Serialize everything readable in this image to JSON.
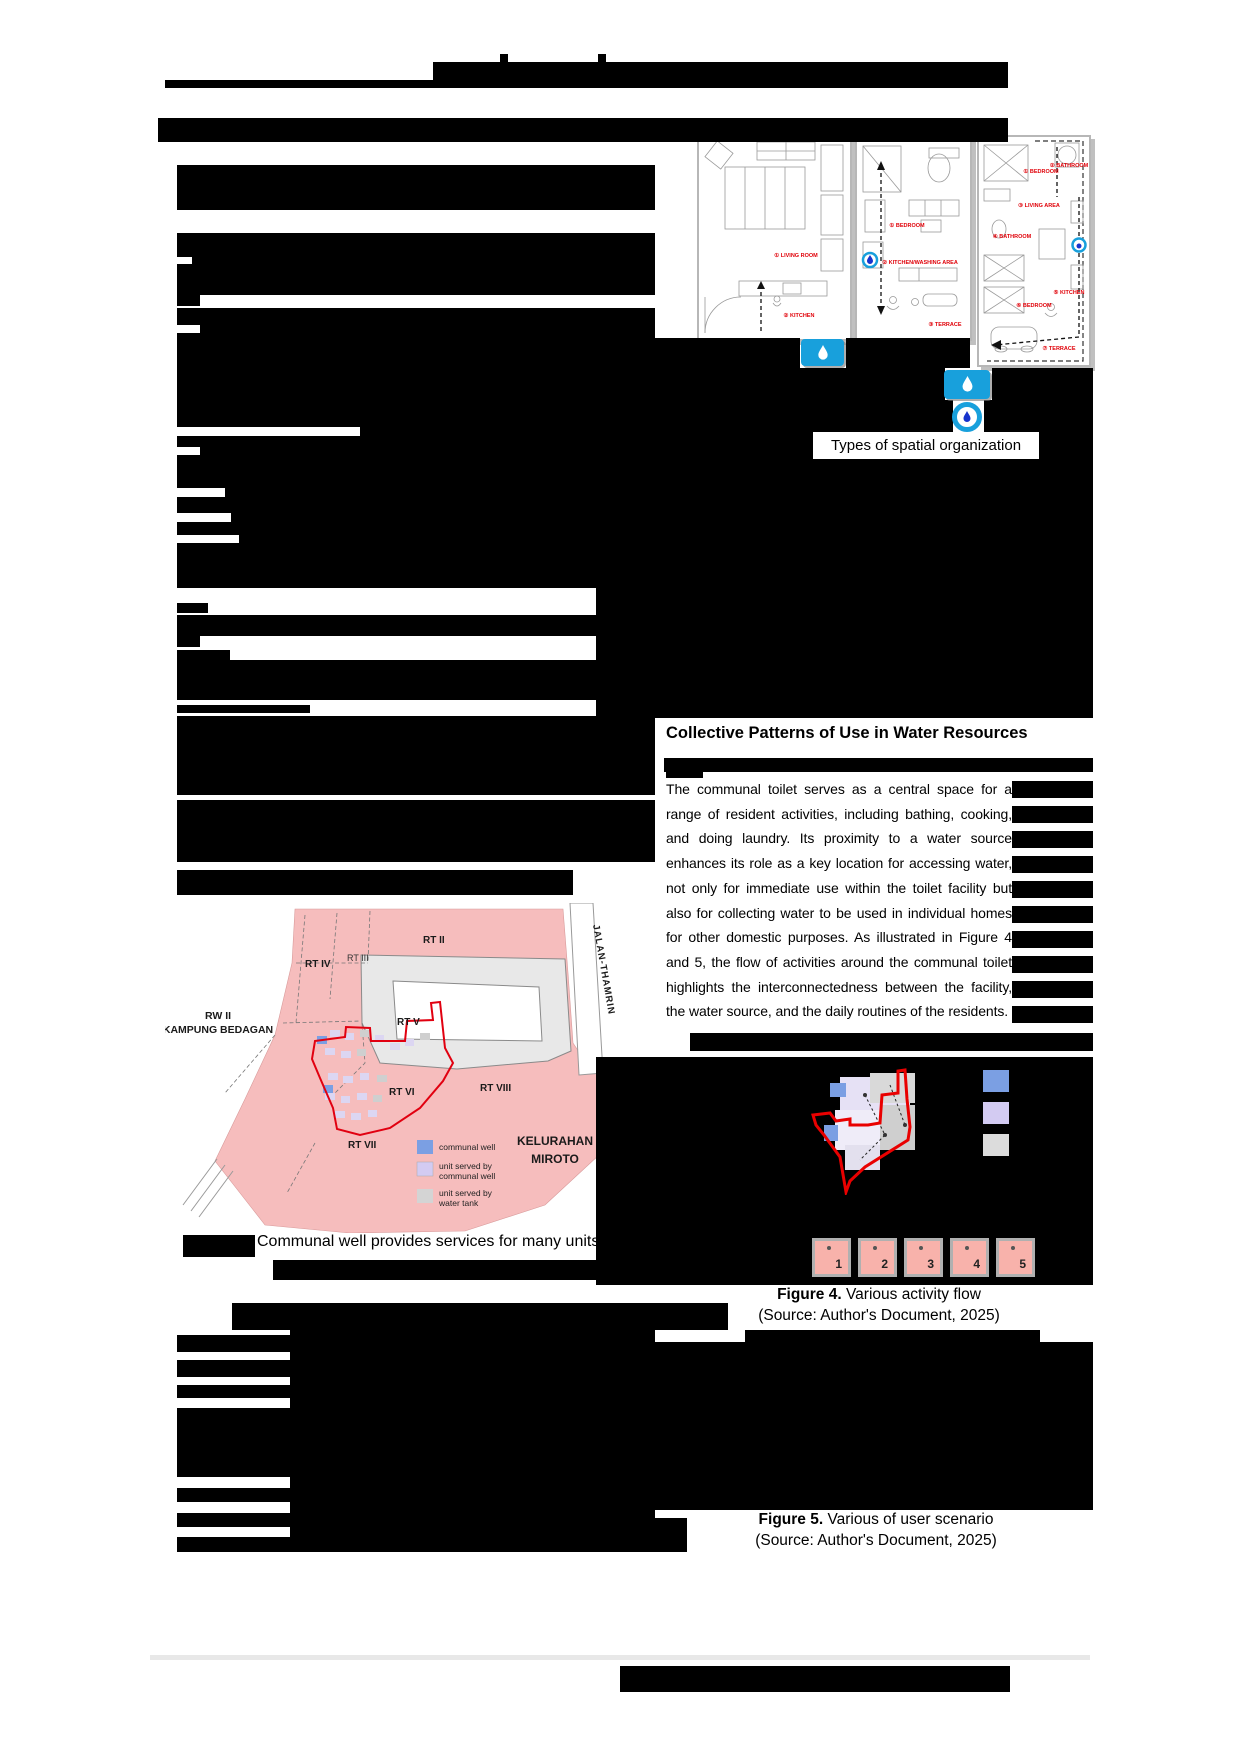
{
  "captions": {
    "fig3": "Types of spatial organization",
    "map": "Communal well provides services for many units",
    "fig4_label": "Figure 4.",
    "fig4_text": " Various activity flow",
    "fig4_source": "(Source: Author's Document, 2025)",
    "fig5_label": "Figure 5.",
    "fig5_text": " Various of user scenario",
    "fig5_source": "(Source: Author's Document, 2025)"
  },
  "section": {
    "heading": "Collective Patterns of Use in Water Resources",
    "paragraph": "The communal toilet serves as a central space for a range of resident activities, including bathing, cooking, and doing laundry. Its proximity to a water source enhances its role as a key location for accessing water, not only for immediate use within the toilet facility but also for collecting water to be used in individual homes for other domestic purposes. As illustrated in Figure 4 and 5, the flow of activities around the communal toilet highlights the interconnectedness between the facility, the water source, and the daily routines of the residents."
  },
  "map": {
    "rw_line1": "RW II",
    "rw_line2": "KAMPUNG BEDAGAN",
    "kelurahan_line1": "KELURAHAN",
    "kelurahan_line2": "MIROTO",
    "road": "JALAN-THAMRIN",
    "rt_labels": [
      "RT II",
      "RT III",
      "RT IV",
      "RT V",
      "RT VI",
      "RT VII",
      "RT VIII"
    ],
    "legend": {
      "item1": "communal well",
      "item2a": "unit served by",
      "item2b": "communal well",
      "item3a": "unit served by",
      "item3b": "water tank",
      "colors": {
        "well": "#7b9fe3",
        "unit_well": "#d3cbf2",
        "unit_tank": "#d4d4d4"
      }
    }
  },
  "floorplans": {
    "p1": [
      "① LIVING ROOM",
      "② KITCHEN"
    ],
    "p2": [
      "① BEDROOM",
      "② KITCHEN/WASHING AREA",
      "③ TERRACE"
    ],
    "p3": [
      "① BEDROOM",
      "② BATHROOM",
      "③ LIVING AREA",
      "④ BATHROOM",
      "⑤ KITCHEN",
      "⑥ BEDROOM",
      "⑦ TERRACE"
    ]
  },
  "fig4": {
    "numbers": [
      "1",
      "2",
      "3",
      "4",
      "5"
    ],
    "legend_colors": [
      "#7b9fe3",
      "#d3cbf2",
      "#dcdcdc"
    ]
  },
  "colors": {
    "accent_blue": "#18a0dc",
    "map_pink": "#f6bdbd",
    "red_outline": "#e10010",
    "label_red": "#e00008"
  },
  "redactions": [
    [
      165,
      80,
      268,
      8
    ],
    [
      433,
      62,
      575,
      26
    ],
    [
      500,
      54,
      8,
      10
    ],
    [
      598,
      54,
      8,
      10
    ],
    [
      158,
      118,
      850,
      24
    ],
    [
      177,
      165,
      478,
      45
    ],
    [
      177,
      233,
      478,
      62
    ],
    [
      177,
      295,
      23,
      11
    ],
    [
      177,
      308,
      478,
      119
    ],
    [
      360,
      427,
      295,
      9
    ],
    [
      177,
      436,
      478,
      152
    ],
    [
      177,
      603,
      31,
      10
    ],
    [
      177,
      615,
      478,
      21
    ],
    [
      177,
      636,
      23,
      11
    ],
    [
      177,
      650,
      53,
      10
    ],
    [
      177,
      660,
      478,
      40
    ],
    [
      177,
      705,
      133,
      8
    ],
    [
      177,
      716,
      478,
      79
    ],
    [
      177,
      800,
      478,
      62
    ],
    [
      177,
      870,
      396,
      25
    ],
    [
      183,
      1235,
      72,
      22
    ],
    [
      273,
      1260,
      337,
      20
    ],
    [
      232,
      1303,
      423,
      27
    ],
    [
      290,
      1330,
      365,
      222
    ],
    [
      177,
      1335,
      113,
      17
    ],
    [
      177,
      1360,
      113,
      17
    ],
    [
      177,
      1385,
      113,
      13
    ],
    [
      177,
      1408,
      113,
      69
    ],
    [
      177,
      1488,
      113,
      14
    ],
    [
      177,
      1513,
      113,
      14
    ],
    [
      177,
      1537,
      113,
      15
    ],
    [
      596,
      338,
      204,
      30
    ],
    [
      846,
      338,
      124,
      30
    ],
    [
      596,
      368,
      349,
      32
    ],
    [
      992,
      368,
      101,
      32
    ],
    [
      596,
      400,
      357,
      33
    ],
    [
      984,
      400,
      109,
      33
    ],
    [
      596,
      433,
      219,
      25
    ],
    [
      1037,
      433,
      56,
      25
    ],
    [
      596,
      458,
      497,
      260
    ],
    [
      664,
      758,
      429,
      14
    ],
    [
      666,
      772,
      37,
      6
    ],
    [
      1012,
      781,
      81,
      17
    ],
    [
      1012,
      806,
      81,
      17
    ],
    [
      1012,
      831,
      81,
      17
    ],
    [
      1012,
      856,
      81,
      17
    ],
    [
      1012,
      881,
      81,
      17
    ],
    [
      1012,
      906,
      81,
      17
    ],
    [
      1012,
      931,
      81,
      17
    ],
    [
      1012,
      956,
      81,
      17
    ],
    [
      1012,
      981,
      81,
      17
    ],
    [
      1012,
      1006,
      81,
      17
    ],
    [
      690,
      1033,
      403,
      18
    ],
    [
      596,
      1057,
      497,
      228
    ],
    [
      620,
      1303,
      108,
      27
    ],
    [
      745,
      1330,
      295,
      12
    ],
    [
      622,
      1342,
      471,
      168
    ],
    [
      600,
      1518,
      87,
      34
    ],
    [
      620,
      1666,
      390,
      26
    ]
  ],
  "cutouts": [
    [
      177,
      257,
      15,
      7
    ],
    [
      177,
      325,
      23,
      8
    ],
    [
      177,
      447,
      23,
      8
    ],
    [
      177,
      488,
      48,
      9
    ],
    [
      177,
      513,
      54,
      9
    ],
    [
      177,
      535,
      62,
      8
    ]
  ]
}
